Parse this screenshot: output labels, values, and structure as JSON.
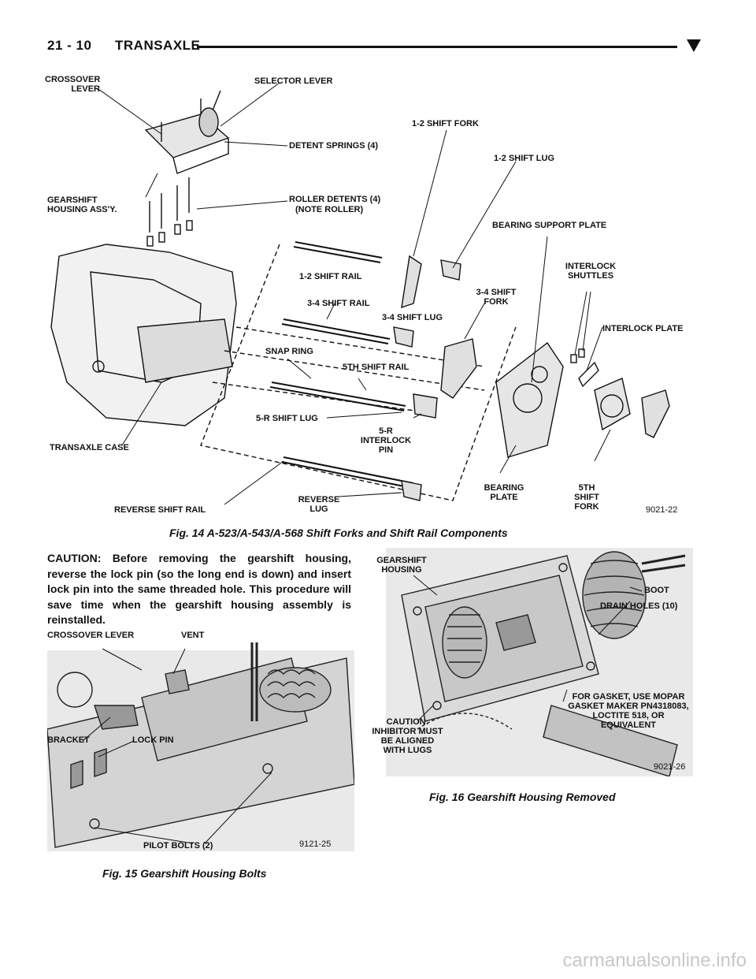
{
  "header": {
    "page_number": "21 - 10",
    "section_title": "TRANSAXLE"
  },
  "fig14": {
    "labels": {
      "crossover_lever": "CROSSOVER LEVER",
      "selector_lever": "SELECTOR LEVER",
      "shift_fork_12": "1-2 SHIFT FORK",
      "shift_lug_12": "1-2 SHIFT LUG",
      "detent_springs": "DETENT SPRINGS (4)",
      "gearshift_housing": "GEARSHIFT HOUSING ASS'Y.",
      "roller_detents": "ROLLER DETENTS (4)",
      "note_roller": "(NOTE ROLLER)",
      "bearing_support_plate": "BEARING SUPPORT PLATE",
      "interlock_shuttles": "INTERLOCK SHUTTLES",
      "shift_rail_12": "1-2 SHIFT RAIL",
      "shift_fork_34": "3-4 SHIFT FORK",
      "shift_rail_34": "3-4 SHIFT RAIL",
      "shift_lug_34": "3-4 SHIFT LUG",
      "interlock_plate": "INTERLOCK PLATE",
      "snap_ring": "SNAP RING",
      "shift_rail_5th": "5TH SHIFT RAIL",
      "shift_lug_5r": "5-R SHIFT LUG",
      "interlock_pin_5r": "5-R INTERLOCK PIN",
      "transaxle_case": "TRANSAXLE CASE",
      "bearing_plate": "BEARING PLATE",
      "shift_fork_5th": "5TH SHIFT FORK",
      "reverse_shift_rail": "REVERSE SHIFT RAIL",
      "reverse_lug": "REVERSE LUG",
      "fig_code": "9021-22"
    },
    "caption": "Fig. 14 A-523/A-543/A-568 Shift Forks and Shift Rail Components"
  },
  "caution_text": "CAUTION: Before removing the gearshift housing, reverse the lock pin (so the long end is down) and insert lock pin into the same threaded hole. This procedure will save time when the gearshift housing assembly is reinstalled.",
  "fig15": {
    "labels": {
      "crossover_lever": "CROSSOVER LEVER",
      "vent": "VENT",
      "bracket": "BRACKET",
      "lock_pin": "LOCK PIN",
      "pilot_bolts": "PILOT BOLTS (2)",
      "fig_code": "9121-25"
    },
    "caption": "Fig. 15 Gearshift Housing Bolts"
  },
  "fig16": {
    "labels": {
      "gearshift_housing": "GEARSHIFT HOUSING",
      "boot": "BOOT",
      "drain_holes": "DRAIN HOLES (10)",
      "caution": "CAUTION: INHIBITOR MUST BE ALIGNED WITH LUGS",
      "gasket_note": "FOR GASKET, USE MOPAR GASKET MAKER PN4318083, LOCTITE 518, OR EQUIVALENT",
      "fig_code": "9021-26"
    },
    "caption": "Fig. 16 Gearshift Housing Removed"
  },
  "footer": {
    "watermark": "carmanualsonline.info"
  }
}
